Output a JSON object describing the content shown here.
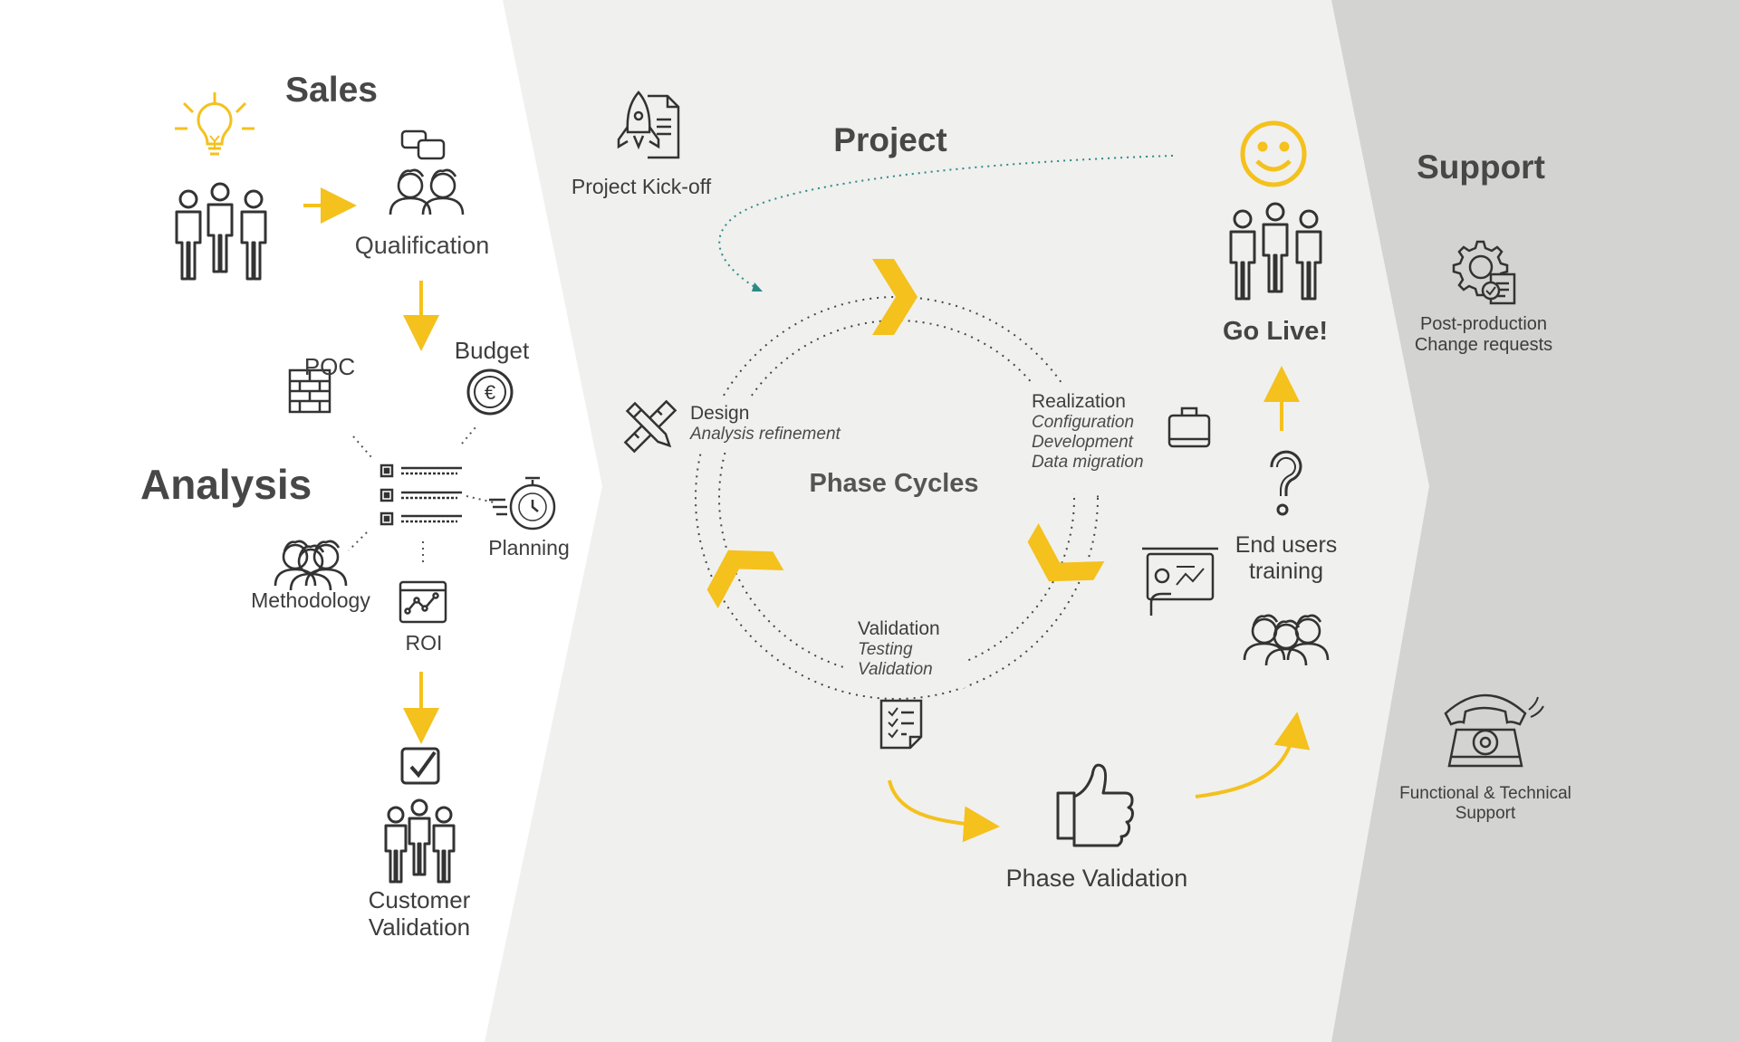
{
  "sections": {
    "sales": "Sales",
    "analysis": "Analysis",
    "project": "Project",
    "support": "Support"
  },
  "sales": {
    "qualification": "Qualification"
  },
  "analysis": {
    "poc": "POC",
    "budget": "Budget",
    "planning": "Planning",
    "methodology": "Methodology",
    "roi": "ROI",
    "customer_validation": "Customer Validation"
  },
  "project": {
    "kickoff": "Project Kick-off",
    "phase_cycles": "Phase Cycles",
    "design": {
      "title": "Design",
      "items": [
        "Analysis refinement"
      ]
    },
    "realization": {
      "title": "Realization",
      "items": [
        "Configuration",
        "Development",
        "Data migration"
      ]
    },
    "validation": {
      "title": "Validation",
      "items": [
        "Testing",
        "Validation"
      ]
    },
    "phase_validation": "Phase Validation",
    "end_users_training": "End users training",
    "go_live": "Go Live!"
  },
  "support": {
    "post_production": "Post-production Change requests",
    "functional_technical": "Functional & Technical Support"
  },
  "colors": {
    "accent": "#f4c11d",
    "ink": "#3d3d3d",
    "panel_project": "#f0f0ee",
    "panel_support": "#d3d3d1",
    "teal": "#2a8a86"
  },
  "icons": [
    "lightbulb-icon",
    "people-group-icon",
    "chat-people-icon",
    "brick-wall-icon",
    "euro-coin-icon",
    "checklist-icon",
    "stopwatch-icon",
    "team-icon",
    "roi-chart-icon",
    "checkbox-icon",
    "rocket-document-icon",
    "pencil-ruler-icon",
    "briefcase-icon",
    "clipboard-checklist-icon",
    "thumbs-up-icon",
    "presentation-board-icon",
    "question-mark-icon",
    "smiley-icon",
    "gear-document-icon",
    "telephone-icon"
  ]
}
